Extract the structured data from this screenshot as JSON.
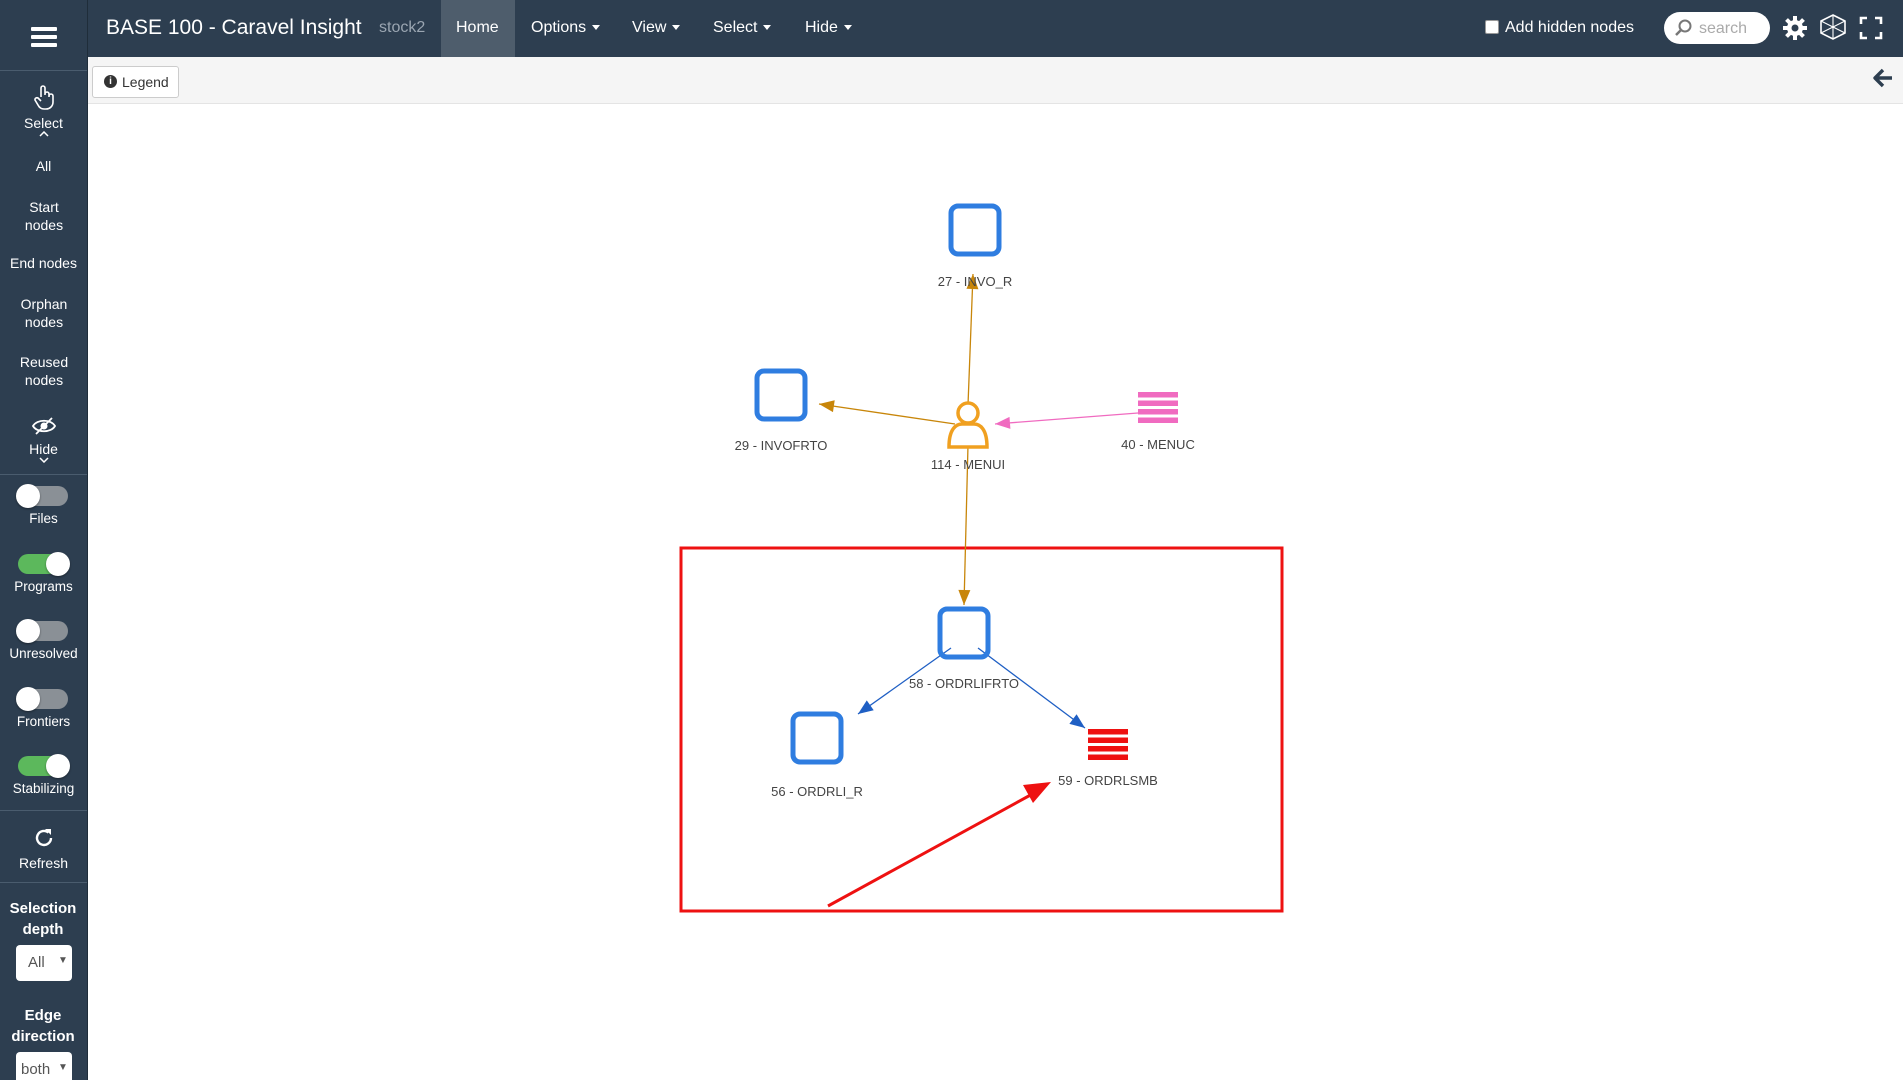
{
  "app": {
    "title": "BASE 100 - Caravel Insight",
    "project": "stock2"
  },
  "nav": {
    "home": "Home",
    "menus": [
      "Options",
      "View",
      "Select",
      "Hide"
    ],
    "add_hidden_nodes": "Add hidden nodes",
    "search_placeholder": "search"
  },
  "toolbar": {
    "legend": "Legend"
  },
  "sidebar": {
    "select": "Select",
    "all": "All",
    "start_nodes": "Start nodes",
    "end_nodes": "End nodes",
    "orphan_nodes": "Orphan nodes",
    "reused_nodes": "Reused nodes",
    "hide": "Hide",
    "toggles": [
      {
        "label": "Files",
        "on": false
      },
      {
        "label": "Programs",
        "on": true
      },
      {
        "label": "Unresolved",
        "on": false
      },
      {
        "label": "Frontiers",
        "on": false
      },
      {
        "label": "Stabilizing",
        "on": true
      }
    ],
    "refresh": "Refresh",
    "selection_depth_label": "Selection depth",
    "selection_depth_value": "All",
    "edge_direction_label": "Edge direction",
    "edge_direction_value": "both"
  },
  "graph": {
    "nodes": [
      {
        "id": "27",
        "label": "27 - INVO_R",
        "kind": "program"
      },
      {
        "id": "29",
        "label": "29 - INVOFRTO",
        "kind": "program"
      },
      {
        "id": "114",
        "label": "114 - MENUI",
        "kind": "user"
      },
      {
        "id": "40",
        "label": "40 - MENUC",
        "kind": "menu"
      },
      {
        "id": "58",
        "label": "58 - ORDRLIFRTO",
        "kind": "program"
      },
      {
        "id": "56",
        "label": "56 - ORDRLI_R",
        "kind": "program"
      },
      {
        "id": "59",
        "label": "59 - ORDRLSMB",
        "kind": "file"
      }
    ],
    "edges": [
      {
        "from": "114",
        "to": "27",
        "color": "#c8860a"
      },
      {
        "from": "114",
        "to": "29",
        "color": "#c8860a"
      },
      {
        "from": "40",
        "to": "114",
        "color": "#f06bc0"
      },
      {
        "from": "114",
        "to": "58",
        "color": "#c8860a"
      },
      {
        "from": "58",
        "to": "56",
        "color": "#1f5fc4"
      },
      {
        "from": "58",
        "to": "59",
        "color": "#1f5fc4"
      }
    ],
    "colors": {
      "program": "#2f7de0",
      "user": "#f0a020",
      "menu": "#f06bc0",
      "file": "#ee1111",
      "highlight": "#ee1111"
    }
  }
}
